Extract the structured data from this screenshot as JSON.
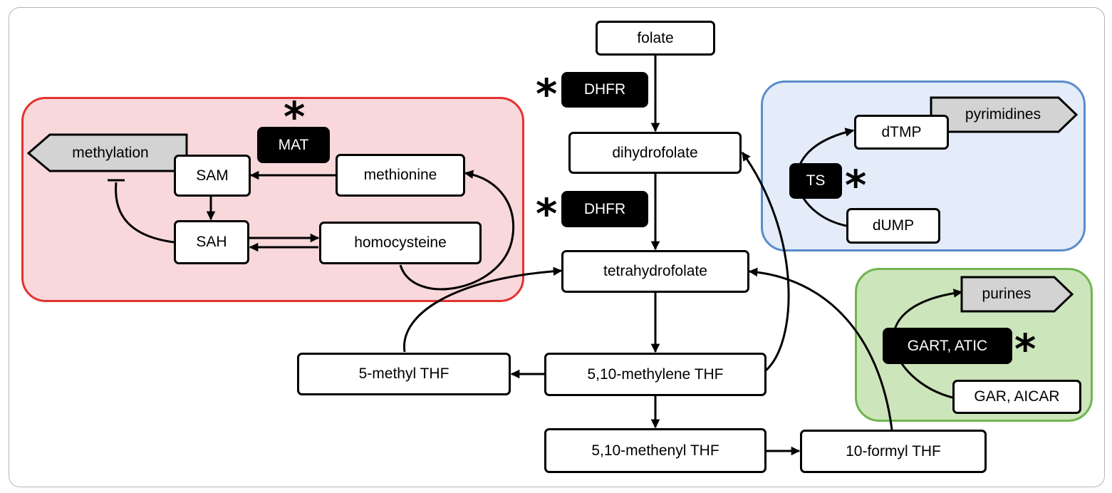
{
  "nodes": {
    "folate": "folate",
    "dihydrofolate": "dihydrofolate",
    "tetrahydrofolate": "tetrahydrofolate",
    "methylene_thf": "5,10-methylene THF",
    "methyl_thf": "5-methyl THF",
    "methenyl_thf": "5,10-methenyl THF",
    "formyl_thf": "10-formyl THF",
    "sam": "SAM",
    "sah": "SAH",
    "methionine": "methionine",
    "homocysteine": "homocysteine",
    "dtmp": "dTMP",
    "dump": "dUMP",
    "gar_aicar": "GAR, AICAR"
  },
  "outputs": {
    "methylation": "methylation",
    "pyrimidines": "pyrimidines",
    "purines": "purines"
  },
  "enzymes": {
    "dhfr_1": "DHFR",
    "dhfr_2": "DHFR",
    "mat": "MAT",
    "ts": "TS",
    "gart_atic": "GART, ATIC"
  },
  "marker": "*",
  "colors": {
    "methylation_region_fill": "#f8d8da",
    "methylation_region_border": "#e2322f",
    "pyrimidine_region_fill": "#e3ecf8",
    "pyrimidine_region_border": "#5a8ccc",
    "purine_region_fill": "#cde5bb",
    "purine_region_border": "#6fb54f",
    "output_arrow_fill": "#d3d3d3",
    "enzyme_fill": "#000000"
  }
}
